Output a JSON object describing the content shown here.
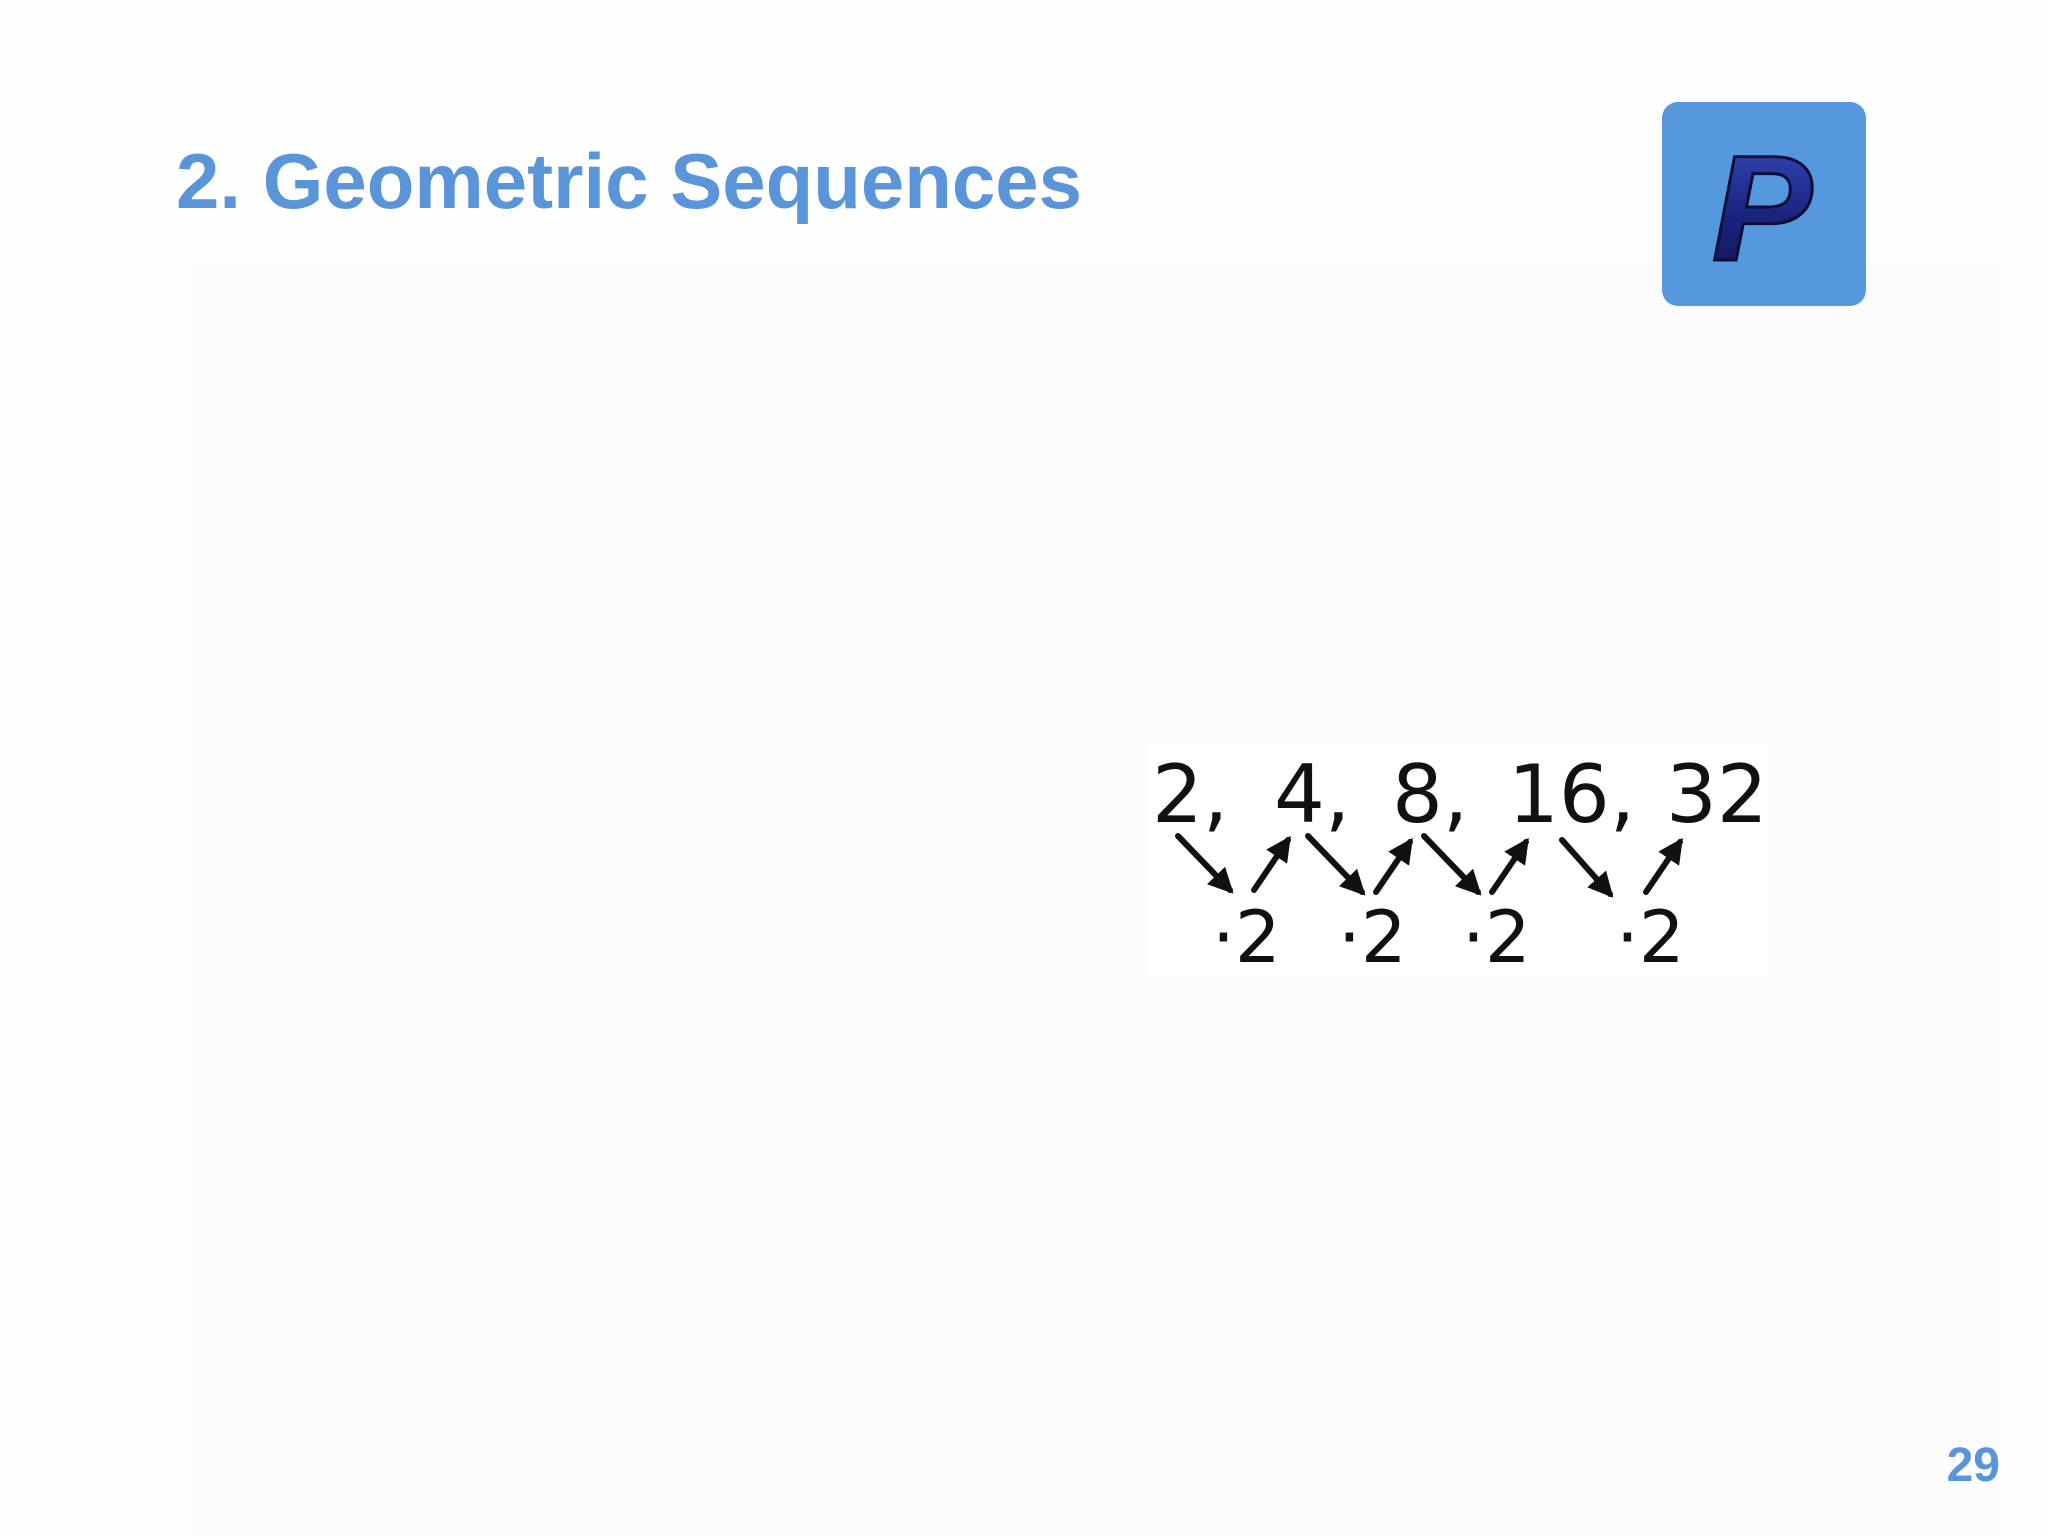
{
  "slide": {
    "title": "2. Geometric Sequences",
    "page_number": "29",
    "logo_letter": "P",
    "sequence": {
      "terms": [
        "2,",
        "4,",
        "8,",
        "16,",
        "32"
      ],
      "ratios": [
        "·2",
        "·2",
        "·2",
        "·2"
      ]
    }
  },
  "colors": {
    "title": "#5a95d9",
    "logo_background": "#5698dd",
    "logo_letter": "#1a237e"
  }
}
